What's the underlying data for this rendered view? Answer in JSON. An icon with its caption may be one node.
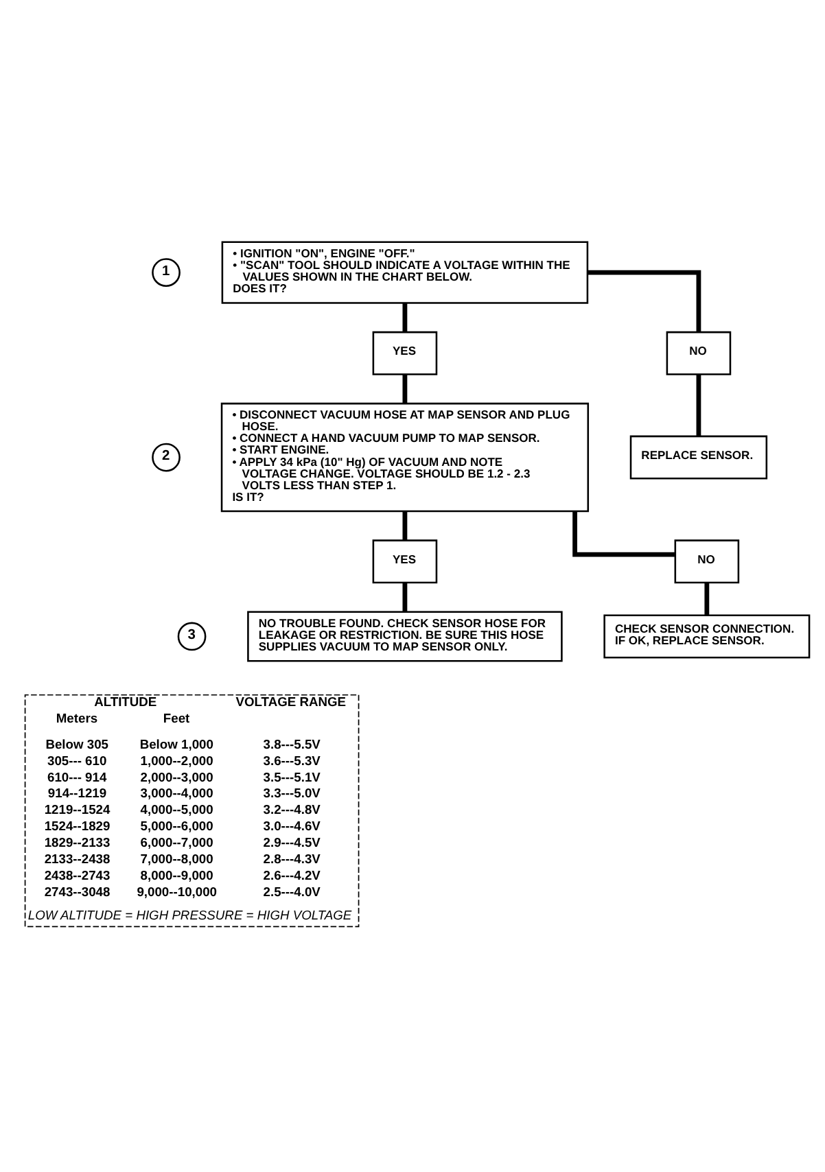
{
  "diagram": {
    "nodes": [
      {
        "text": [
          "1"
        ]
      },
      {
        "text": [
          "• IGNITION \"ON\", ENGINE \"OFF.\"",
          "• \"SCAN\" TOOL SHOULD INDICATE A VOLTAGE WITHIN THE VALUES SHOWN IN THE CHART BELOW.",
          "DOES IT?"
        ]
      },
      {
        "text": [
          "YES"
        ]
      },
      {
        "text": [
          "NO"
        ]
      },
      {
        "text": [
          "2"
        ]
      },
      {
        "text": [
          "• DISCONNECT VACUUM HOSE AT MAP SENSOR AND PLUG HOSE.",
          "• CONNECT A HAND VACUUM PUMP TO MAP SENSOR.",
          "• START ENGINE.",
          "• APPLY 34 kPa (10\" Hg) OF VACUUM AND NOTE VOLTAGE CHANGE. VOLTAGE SHOULD BE 1.2 - 2.3 VOLTS LESS THAN STEP 1.",
          "IS IT?"
        ]
      },
      {
        "text": [
          "REPLACE SENSOR."
        ]
      },
      {
        "text": [
          "YES"
        ]
      },
      {
        "text": [
          "NO"
        ]
      },
      {
        "text": [
          "3"
        ]
      },
      {
        "text": [
          "NO TROUBLE FOUND. CHECK SENSOR HOSE FOR LEAKAGE OR RESTRICTION. BE SURE THIS HOSE SUPPLIES VACUUM TO MAP SENSOR ONLY."
        ]
      },
      {
        "text": [
          "CHECK SENSOR CONNECTION.",
          "IF OK, REPLACE SENSOR."
        ]
      }
    ],
    "edges": [
      {
        "from": 1,
        "to": 2,
        "arrow": "none"
      },
      {
        "from": 2,
        "to": 5,
        "arrow": "none"
      },
      {
        "from": 1,
        "to": 3,
        "arrow": "none"
      },
      {
        "from": 3,
        "to": 6,
        "arrow": "none"
      },
      {
        "from": 5,
        "to": 7,
        "arrow": "none"
      },
      {
        "from": 7,
        "to": 10,
        "arrow": "none"
      },
      {
        "from": 5,
        "to": 8,
        "arrow": "none"
      },
      {
        "from": 8,
        "to": 11,
        "arrow": "none"
      }
    ],
    "labels": [
      "ALTITUDE",
      "VOLTAGE RANGE",
      "Meters",
      "Feet",
      "Below 305",
      "Below 1,000",
      "3.8---5.5V",
      "305--- 610",
      "1,000--2,000",
      "3.6---5.3V",
      "610--- 914",
      "2,000--3,000",
      "3.5---5.1V",
      "914--1219",
      "3,000--4,000",
      "3.3---5.0V",
      "1219--1524",
      "4,000--5,000",
      "3.2---4.8V",
      "1524--1829",
      "5,000--6,000",
      "3.0---4.6V",
      "1829--2133",
      "6,000--7,000",
      "2.9---4.5V",
      "2133--2438",
      "7,000--8,000",
      "2.8---4.3V",
      "2438--2743",
      "8,000--9,000",
      "2.6---4.2V",
      "2743--3048",
      "9,000--10,000",
      "2.5---4.0V",
      "LOW ALTITUDE = HIGH PRESSURE = HIGH VOLTAGE"
    ]
  }
}
